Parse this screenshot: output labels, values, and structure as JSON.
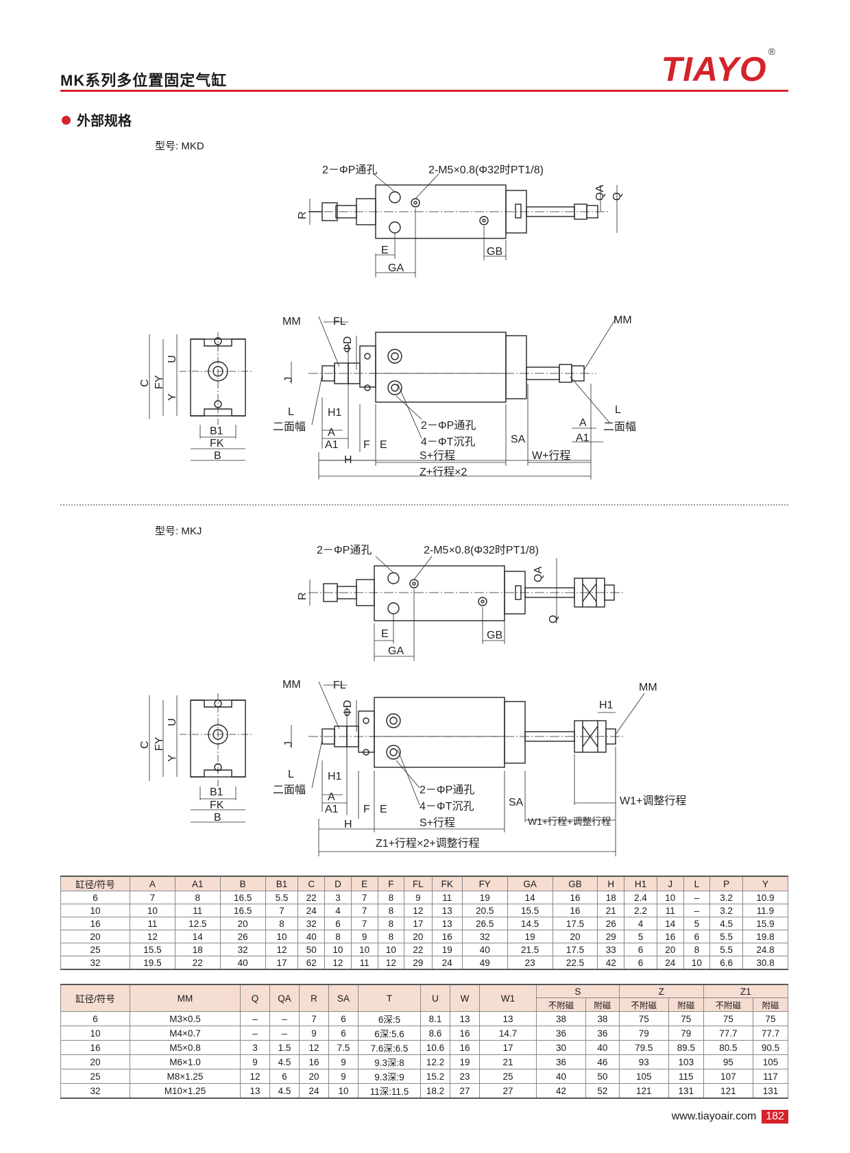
{
  "header": {
    "series_title": "MK系列多位置固定气缸",
    "brand": "TIAYO",
    "registered": "®"
  },
  "section_title": "外部规格",
  "models": {
    "mkd": {
      "label": "型号: MKD",
      "top_view": {
        "holes": "2－ΦP通孔",
        "port": "2-M5×0.8(Φ32时PT1/8)",
        "dims": [
          "QA",
          "Q",
          "R",
          "E",
          "GA",
          "GB"
        ]
      },
      "side_view": {
        "dims": [
          "MM",
          "FL",
          "ΦD",
          "MM",
          "J",
          "L",
          "二面幅",
          "H1",
          "A",
          "A1",
          "F",
          "E",
          "2－ΦP通孔",
          "4－ΦT沉孔",
          "SA",
          "H",
          "S+行程",
          "W+行程",
          "Z+行程×2",
          "L",
          "二面幅",
          "A",
          "A1"
        ]
      },
      "end_view": {
        "dims": [
          "C",
          "FY",
          "U",
          "Y",
          "B1",
          "FK",
          "B"
        ]
      }
    },
    "mkj": {
      "label": "型号: MKJ",
      "top_view": {
        "holes": "2－ΦP通孔",
        "port": "2-M5×0.8(Φ32时PT1/8)",
        "dims": [
          "QA",
          "Q",
          "R",
          "E",
          "GA",
          "GB"
        ]
      },
      "side_view": {
        "dims": [
          "MM",
          "FL",
          "ΦD",
          "MM",
          "H1",
          "J",
          "L",
          "二面幅",
          "H1",
          "A",
          "A1",
          "F",
          "E",
          "2－ΦP通孔",
          "4－ΦT沉孔",
          "SA",
          "H",
          "S+行程",
          "W1+调整行程",
          "W1+行程+调整行程",
          "Z1+行程×2+调整行程"
        ]
      },
      "end_view": {
        "dims": [
          "C",
          "FY",
          "U",
          "Y",
          "B1",
          "FK",
          "B"
        ]
      }
    }
  },
  "table1": {
    "headers": [
      "缸径/符号",
      "A",
      "A1",
      "B",
      "B1",
      "C",
      "D",
      "E",
      "F",
      "FL",
      "FK",
      "FY",
      "GA",
      "GB",
      "H",
      "H1",
      "J",
      "L",
      "P",
      "Y"
    ],
    "rows": [
      [
        "6",
        "7",
        "8",
        "16.5",
        "5.5",
        "22",
        "3",
        "7",
        "8",
        "9",
        "11",
        "19",
        "14",
        "16",
        "18",
        "2.4",
        "10",
        "–",
        "3.2",
        "10.9"
      ],
      [
        "10",
        "10",
        "11",
        "16.5",
        "7",
        "24",
        "4",
        "7",
        "8",
        "12",
        "13",
        "20.5",
        "15.5",
        "16",
        "21",
        "2.2",
        "11",
        "–",
        "3.2",
        "11.9"
      ],
      [
        "16",
        "11",
        "12.5",
        "20",
        "8",
        "32",
        "6",
        "7",
        "8",
        "17",
        "13",
        "26.5",
        "14.5",
        "17.5",
        "26",
        "4",
        "14",
        "5",
        "4.5",
        "15.9"
      ],
      [
        "20",
        "12",
        "14",
        "26",
        "10",
        "40",
        "8",
        "9",
        "8",
        "20",
        "16",
        "32",
        "19",
        "20",
        "29",
        "5",
        "16",
        "6",
        "5.5",
        "19.8"
      ],
      [
        "25",
        "15.5",
        "18",
        "32",
        "12",
        "50",
        "10",
        "10",
        "10",
        "22",
        "19",
        "40",
        "21.5",
        "17.5",
        "33",
        "6",
        "20",
        "8",
        "5.5",
        "24.8"
      ],
      [
        "32",
        "19.5",
        "22",
        "40",
        "17",
        "62",
        "12",
        "11",
        "12",
        "29",
        "24",
        "49",
        "23",
        "22.5",
        "42",
        "6",
        "24",
        "10",
        "6.6",
        "30.8"
      ]
    ]
  },
  "table2": {
    "headers": [
      "缸径/符号",
      "MM",
      "Q",
      "QA",
      "R",
      "SA",
      "T",
      "U",
      "W",
      "W1",
      "S",
      "Z",
      "Z1"
    ],
    "subheaders": [
      "不附磁",
      "附磁",
      "不附磁",
      "附磁",
      "不附磁",
      "附磁"
    ],
    "rows": [
      [
        "6",
        "M3×0.5",
        "–",
        "–",
        "7",
        "6",
        "6深:5",
        "8.1",
        "13",
        "13",
        "38",
        "38",
        "75",
        "75",
        "75",
        "75"
      ],
      [
        "10",
        "M4×0.7",
        "–",
        "–",
        "9",
        "6",
        "6深:5.6",
        "8.6",
        "16",
        "14.7",
        "36",
        "36",
        "79",
        "79",
        "77.7",
        "77.7"
      ],
      [
        "16",
        "M5×0.8",
        "3",
        "1.5",
        "12",
        "7.5",
        "7.6深:6.5",
        "10.6",
        "16",
        "17",
        "30",
        "40",
        "79.5",
        "89.5",
        "80.5",
        "90.5"
      ],
      [
        "20",
        "M6×1.0",
        "9",
        "4.5",
        "16",
        "9",
        "9.3深:8",
        "12.2",
        "19",
        "21",
        "36",
        "46",
        "93",
        "103",
        "95",
        "105"
      ],
      [
        "25",
        "M8×1.25",
        "12",
        "6",
        "20",
        "9",
        "9.3深:9",
        "15.2",
        "23",
        "25",
        "40",
        "50",
        "105",
        "115",
        "107",
        "117"
      ],
      [
        "32",
        "M10×1.25",
        "13",
        "4.5",
        "24",
        "10",
        "11深:11.5",
        "18.2",
        "27",
        "27",
        "42",
        "52",
        "121",
        "131",
        "121",
        "131"
      ]
    ]
  },
  "footer": {
    "url": "www.tiayoair.com",
    "page": "182"
  }
}
